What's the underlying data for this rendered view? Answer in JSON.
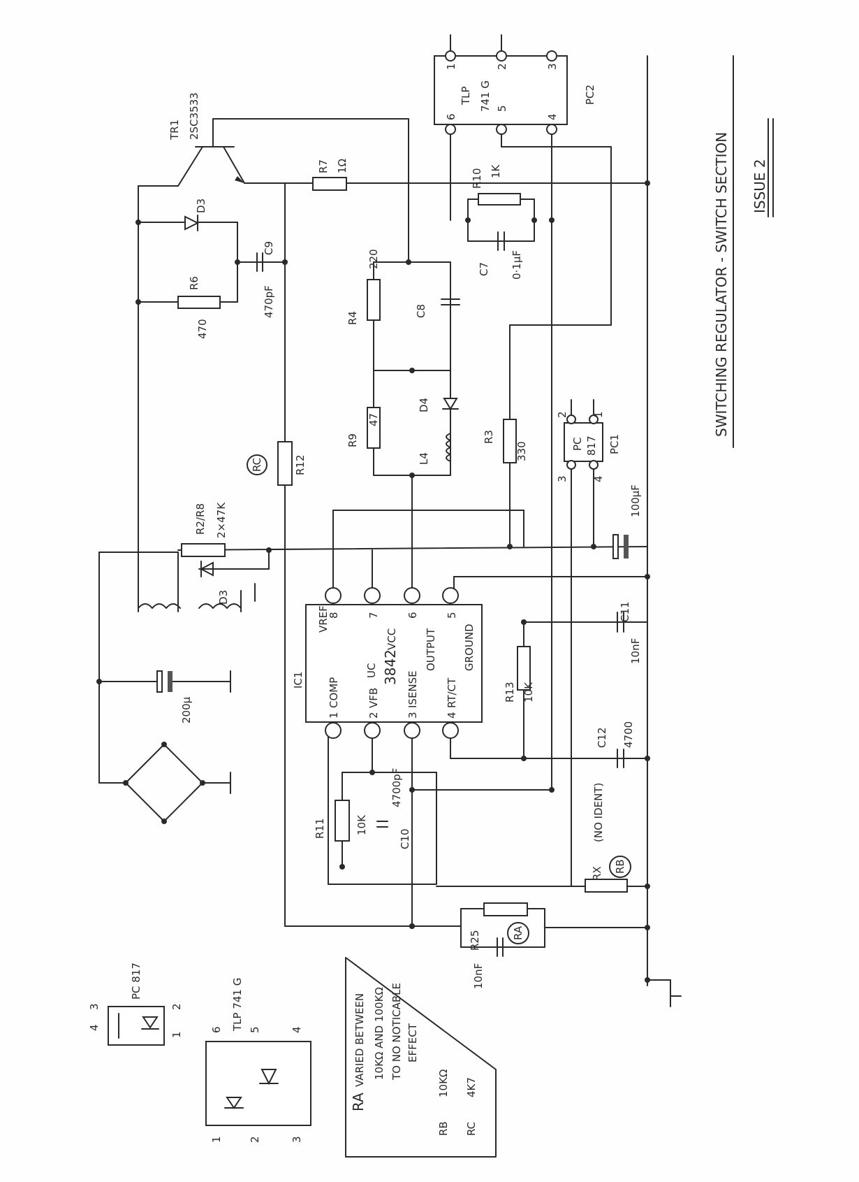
{
  "title": {
    "text": "SWITCHING REGULATOR - SWITCH SECTION",
    "issue": "ISSUE 2"
  },
  "components": {
    "tr1": {
      "ref": "TR1",
      "part": "2SC3533"
    },
    "r7": {
      "ref": "R7",
      "value": "1Ω"
    },
    "r10": {
      "ref": "R10",
      "value": "1K"
    },
    "c7": {
      "ref": "C7",
      "value": "0·1µF"
    },
    "r6": {
      "ref": "R6",
      "value": "470"
    },
    "d3_top": {
      "ref": "D3"
    },
    "c9": {
      "ref": "C9",
      "value": "470pF"
    },
    "r4": {
      "ref": "R4",
      "value": "220"
    },
    "c8": {
      "ref": "C8"
    },
    "r9": {
      "ref": "R9",
      "value": "47"
    },
    "l4": {
      "ref": "L4"
    },
    "d4": {
      "ref": "D4"
    },
    "r3": {
      "ref": "R3",
      "value": "330"
    },
    "r12": {
      "ref": "R12",
      "marker": "RC"
    },
    "r2r8": {
      "ref": "R2/R8",
      "value": "2×47K"
    },
    "d3_low": {
      "ref": "D3"
    },
    "c_bulk": {
      "value": "200µ"
    },
    "c_100": {
      "value": "100µF"
    },
    "c11": {
      "ref": "C11",
      "value": "10nF"
    },
    "r13": {
      "ref": "R13",
      "value": "10K"
    },
    "c12": {
      "ref": "C12",
      "value": "4700"
    },
    "r11": {
      "ref": "R11",
      "value": "10K"
    },
    "c10": {
      "ref": "C10",
      "value": "4700pF"
    },
    "rx": {
      "ref": "RX",
      "marker": "RB",
      "note": "(NO IDENT)"
    },
    "r25": {
      "ref": "R25",
      "marker": "RA",
      "cap": "10nF"
    }
  },
  "ic1": {
    "ref": "IC1",
    "part_line1": "UC",
    "part_line2": "3842",
    "pins": [
      {
        "num": "1",
        "name": "COMP"
      },
      {
        "num": "2",
        "name": "VFB"
      },
      {
        "num": "3",
        "name": "ISENSE"
      },
      {
        "num": "4",
        "name": "RT/CT"
      },
      {
        "num": "5",
        "name": "GROUND"
      },
      {
        "num": "6",
        "name": "OUTPUT"
      },
      {
        "num": "7",
        "name": "VCC"
      },
      {
        "num": "8",
        "name": "VREF"
      }
    ]
  },
  "pc2": {
    "ref": "PC2",
    "line1": "TLP",
    "line2": "741 G",
    "pins": [
      "1",
      "2",
      "3",
      "4",
      "5",
      "6"
    ]
  },
  "pc1": {
    "ref": "PC1",
    "line1": "PC",
    "line2": "817",
    "pins": [
      "1",
      "2",
      "3",
      "4"
    ]
  },
  "legend": {
    "pc817_title": "PC 817",
    "pc817_pins": [
      "3",
      "4",
      "2",
      "1"
    ],
    "tlp_title": "TLP 741 G",
    "tlp_pins": [
      "6",
      "5",
      "4",
      "1",
      "2",
      "3"
    ]
  },
  "notes": {
    "ra_label": "RA",
    "ra_text": [
      "VARIED BETWEEN",
      "10KΩ AND 100KΩ",
      "TO NO NOTICABLE",
      "EFFECT"
    ],
    "rb_label": "RB",
    "rb_value": "10KΩ",
    "rc_label": "RC",
    "rc_value": "4K7"
  }
}
